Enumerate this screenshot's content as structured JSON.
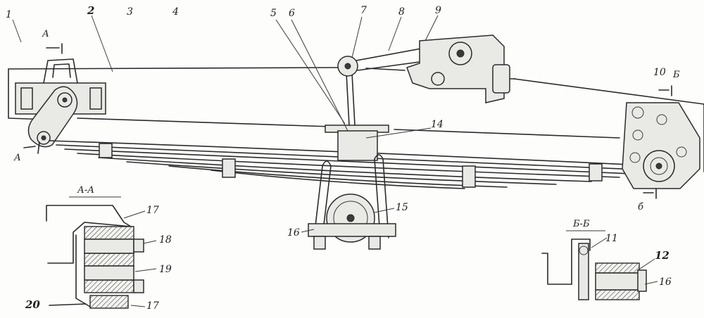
{
  "callouts": {
    "c1": "1",
    "c2": "2",
    "c3": "3",
    "c4": "4",
    "c5": "5",
    "c6": "6",
    "c7": "7",
    "c8": "8",
    "c9": "9",
    "c10": "10",
    "c14": "14",
    "c15": "15",
    "c16": "16",
    "c17a": "17",
    "c18": "18",
    "c19": "19",
    "c20": "20",
    "c17b": "17",
    "c11": "11",
    "c12": "12",
    "c16b": "16"
  },
  "sections": {
    "aa_title": "А-А",
    "bb_title": "Б-Б",
    "mark_a_top": "А",
    "mark_a_bottom": "А",
    "mark_b_top": "Б",
    "mark_b_bottom": "б"
  }
}
